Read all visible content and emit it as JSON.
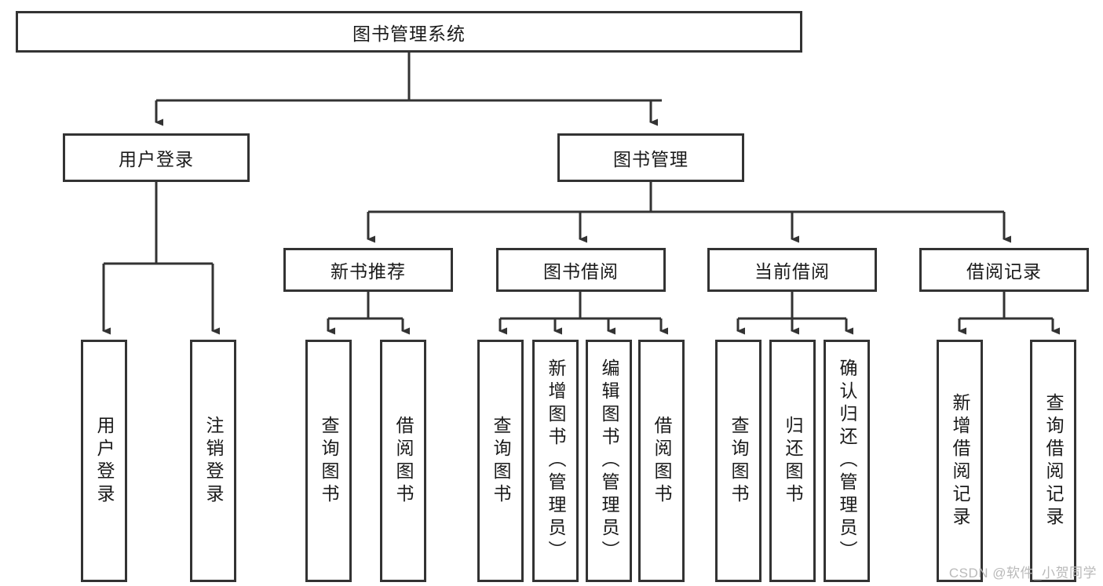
{
  "diagram": {
    "title": "图书管理系统",
    "type": "tree-hierarchy",
    "root": {
      "id": "root",
      "label": "图书管理系统"
    },
    "level2": [
      {
        "id": "user-login",
        "label": "用户登录"
      },
      {
        "id": "book-management",
        "label": "图书管理"
      }
    ],
    "level3": [
      {
        "id": "new-book-recommend",
        "label": "新书推荐",
        "parent": "book-management"
      },
      {
        "id": "book-borrow",
        "label": "图书借阅",
        "parent": "book-management"
      },
      {
        "id": "current-borrow",
        "label": "当前借阅",
        "parent": "book-management"
      },
      {
        "id": "borrow-record",
        "label": "借阅记录",
        "parent": "book-management"
      }
    ],
    "leaves": [
      {
        "id": "leaf-user-login",
        "label": "用户登录",
        "parent": "user-login"
      },
      {
        "id": "leaf-user-logout",
        "label": "注销登录",
        "parent": "user-login"
      },
      {
        "id": "leaf-query-book-1",
        "label": "查询图书",
        "parent": "new-book-recommend"
      },
      {
        "id": "leaf-borrow-book-1",
        "label": "借阅图书",
        "parent": "new-book-recommend"
      },
      {
        "id": "leaf-query-book-2",
        "label": "查询图书",
        "parent": "book-borrow"
      },
      {
        "id": "leaf-add-book",
        "label": "新增图书（管理员）",
        "parent": "book-borrow"
      },
      {
        "id": "leaf-edit-book",
        "label": "编辑图书（管理员）",
        "parent": "book-borrow"
      },
      {
        "id": "leaf-borrow-book-2",
        "label": "借阅图书",
        "parent": "book-borrow"
      },
      {
        "id": "leaf-query-book-3",
        "label": "查询图书",
        "parent": "current-borrow"
      },
      {
        "id": "leaf-return-book",
        "label": "归还图书",
        "parent": "current-borrow"
      },
      {
        "id": "leaf-confirm-return",
        "label": "确认归还（管理员）",
        "parent": "current-borrow"
      },
      {
        "id": "leaf-add-record",
        "label": "新增借阅记录",
        "parent": "borrow-record"
      },
      {
        "id": "leaf-query-record",
        "label": "查询借阅记录",
        "parent": "borrow-record"
      }
    ],
    "colors": {
      "stroke": "#333333",
      "background": "#ffffff",
      "text": "#1a1a1a",
      "watermark": "#b9b9b9"
    }
  },
  "watermark": {
    "text": "CSDN @软件_小贺同学"
  }
}
